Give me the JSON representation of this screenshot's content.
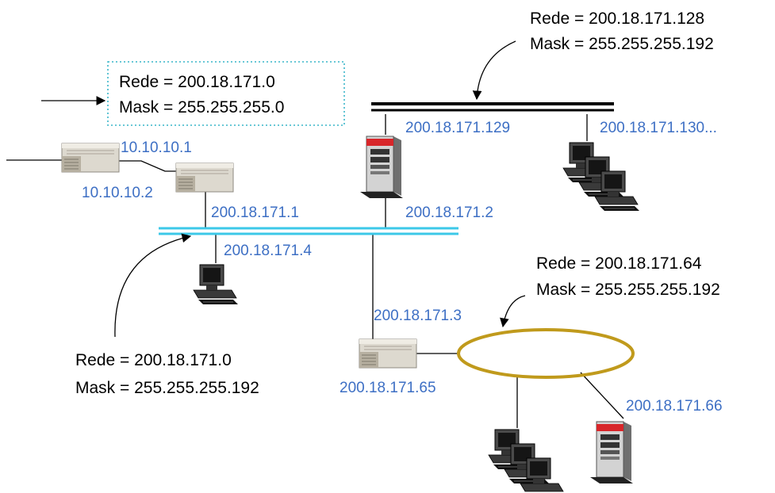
{
  "annotations": {
    "top_right": {
      "rede": "Rede = 200.18.171.128",
      "mask": "Mask = 255.255.255.192"
    },
    "top_left_box": {
      "rede": "Rede = 200.18.171.0",
      "mask": "Mask = 255.255.255.0"
    },
    "bottom_left": {
      "rede": "Rede = 200.18.171.0",
      "mask": "Mask = 255.255.255.192"
    },
    "ring": {
      "rede": "Rede = 200.18.171.64",
      "mask": "Mask = 255.255.255.192"
    }
  },
  "addresses": {
    "wan_a": "10.10.10.1",
    "wan_b": "10.10.10.2",
    "router_lan": "200.18.171.1",
    "server_lan": "200.18.171.2",
    "router2_lan": "200.18.171.3",
    "pc_lan": "200.18.171.4",
    "server_upper": "200.18.171.129",
    "pcs_upper": "200.18.171.130...",
    "router2_ring": "200.18.171.65",
    "server_ring": "200.18.171.66"
  },
  "colors": {
    "lan_bus": "#3cc8e8",
    "ring": "#c09a1c",
    "address_text": "#3d6fc4",
    "box_border": "#39b6c9",
    "server_accent": "#d8262a"
  },
  "icons": [
    "router-icon",
    "server-tower-icon",
    "desktop-pc-icon",
    "pc-group-icon",
    "arrow-icon"
  ]
}
